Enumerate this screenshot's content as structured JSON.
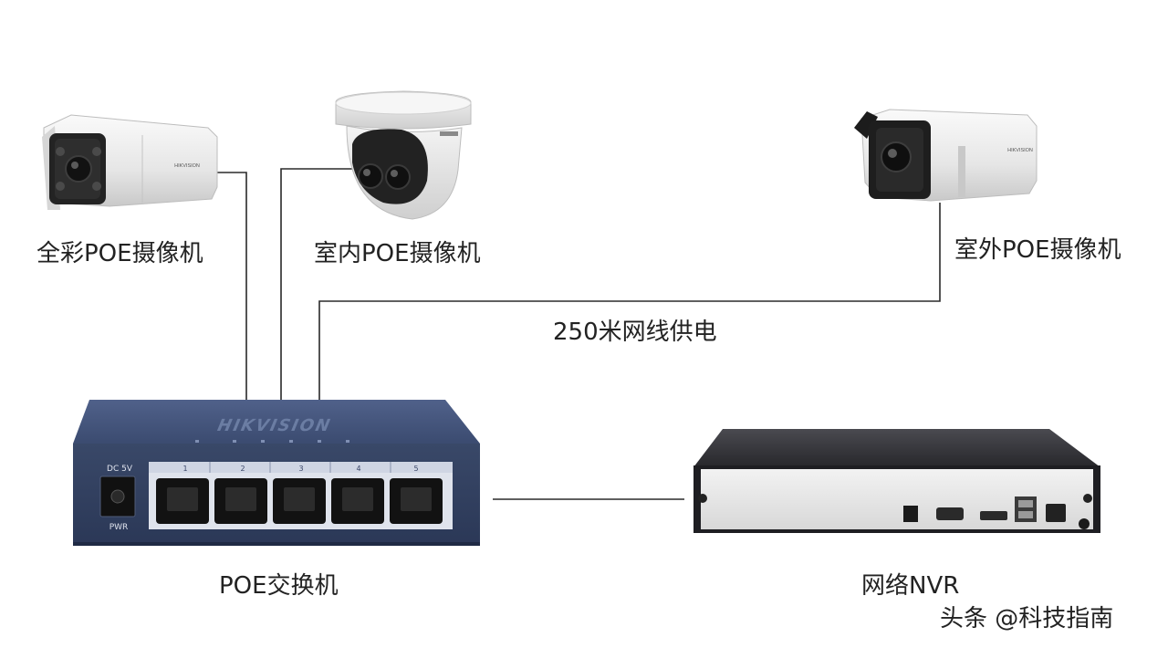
{
  "devices": {
    "color_camera": {
      "label": "全彩POE摄像机",
      "brand_text": "HIKVISION"
    },
    "indoor_camera": {
      "label": "室内POE摄像机"
    },
    "outdoor_camera": {
      "label": "室外POE摄像机",
      "brand_text": "HIKVISION"
    },
    "switch": {
      "label": "POE交换机",
      "brand": "HIKVISION",
      "power_text": "DC 5V",
      "power_label": "PWR",
      "port_numbers": [
        "1",
        "2",
        "3",
        "4",
        "5"
      ]
    },
    "nvr": {
      "label": "网络NVR"
    }
  },
  "cable_note": "250米网线供电",
  "watermark": "头条 @科技指南",
  "colors": {
    "line": "#2a2a2a",
    "switch_body": "#3a4a6e",
    "switch_dark": "#2b3857",
    "nvr_body": "#2f2f33"
  }
}
